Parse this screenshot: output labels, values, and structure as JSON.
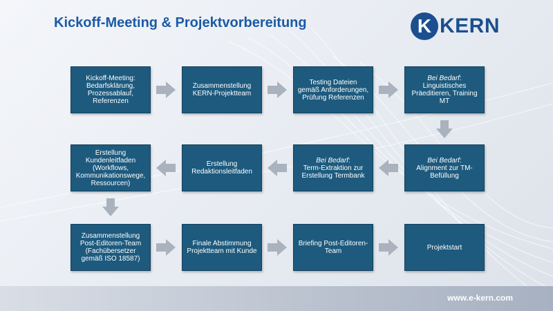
{
  "title": "Kickoff-Meeting & Projektvorbereitung",
  "logo": {
    "letter": "K",
    "name": "KERN"
  },
  "boxes": [
    {
      "lines": [
        "Kickoff-Meeting:",
        "Bedarfsklärung,",
        "Prozessablauf,",
        "Referenzen"
      ]
    },
    {
      "lines": [
        "Zusammenstellung",
        "KERN-Projektteam"
      ]
    },
    {
      "lines": [
        "Testing Dateien",
        "gemäß Anforderungen,",
        "Prüfung Referenzen"
      ]
    },
    {
      "prefix": "Bei Bedarf",
      "lines": [
        "Linguistisches",
        "Präeditieren, Training",
        "MT"
      ]
    },
    {
      "prefix": "Bei Bedarf",
      "lines": [
        "Alignment zur TM-",
        "Befüllung"
      ]
    },
    {
      "prefix": "Bei Bedarf",
      "lines": [
        "Term-Extraktion zur",
        "Erstellung Termbank"
      ]
    },
    {
      "lines": [
        "Erstellung",
        "Redaktionsleitfaden"
      ]
    },
    {
      "lines": [
        "Erstellung",
        "Kundenleitfaden",
        "(Workflows,",
        "Kommunikationswege,",
        "Ressourcen)"
      ]
    },
    {
      "lines": [
        "Zusammenstellung",
        "Post-Editoren-Team",
        "(Fachübersetzer",
        "gemäß ISO 18587)"
      ]
    },
    {
      "lines": [
        "Finale Abstimmung",
        "Projektteam mit Kunde"
      ]
    },
    {
      "lines": [
        "Briefing Post-Editoren-",
        "Team"
      ]
    },
    {
      "lines": [
        "Projektstart"
      ]
    }
  ],
  "colors": {
    "box": "#1d5a7e",
    "arrow": "#a9b2bd",
    "title": "#1a5aa6",
    "logo": "#1b4f8f"
  },
  "footer": {
    "url": "www.e-kern.com"
  }
}
